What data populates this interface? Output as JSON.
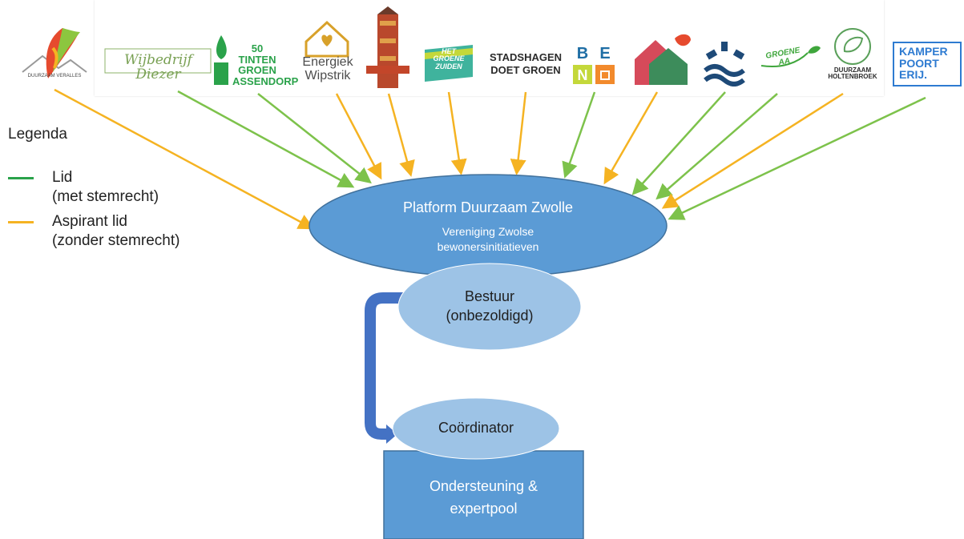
{
  "colors": {
    "member_line": "#7dc24b",
    "aspirant_line": "#f5b322",
    "legend_member": "#2aa24a",
    "legend_aspirant": "#f5b322",
    "platform_fill": "#5b9bd5",
    "platform_stroke": "#41719c",
    "bestuur_fill": "#9dc3e6",
    "support_fill": "#5b9bd5",
    "connector": "#4472c4"
  },
  "legend": {
    "title": "Legenda",
    "items": [
      {
        "label": "Lid\n(met stemrecht)",
        "color_key": "legend_member"
      },
      {
        "label": "Aspirant lid\n(zonder stemrecht)",
        "color_key": "legend_aspirant"
      }
    ]
  },
  "logos": [
    {
      "name": "duurzaam-veralles-logo",
      "text": "DUURZAAM VERALLES",
      "status": "aspirant"
    },
    {
      "name": "wijbedrijf-diezer-logo",
      "text": "Wijbedrijf Diezer",
      "status": "member"
    },
    {
      "name": "50-tinten-groen-logo",
      "text": "50 TINTEN\nGROEN\nASSENDORP",
      "status": "member"
    },
    {
      "name": "energiek-wipstrik-logo",
      "text": "Energiek\nWipstrik",
      "status": "aspirant"
    },
    {
      "name": "lighthouse-logo",
      "text": "",
      "status": "aspirant"
    },
    {
      "name": "het-groene-zuiden-logo",
      "text": "HET\nGROENE\nZUIDEN",
      "status": "aspirant"
    },
    {
      "name": "stadshagen-doet-groen-logo",
      "text": "STADSHAGEN\nDOET GROEN",
      "status": "aspirant"
    },
    {
      "name": "bene-logo",
      "text": "BEN",
      "status": "member"
    },
    {
      "name": "green-houses-logo",
      "text": "",
      "status": "aspirant"
    },
    {
      "name": "dots-wave-logo",
      "text": "",
      "status": "member"
    },
    {
      "name": "groene-aa-logo",
      "text": "GROENE AA",
      "status": "member"
    },
    {
      "name": "duurzaam-holtenbroek-logo",
      "text": "DUURZAAM\nHOLTENBROEK",
      "status": "aspirant"
    },
    {
      "name": "kamperpoort-erij-logo",
      "text": "KAMPER\nPOORT\nERIJ.",
      "status": "member"
    }
  ],
  "platform": {
    "title": "Platform Duurzaam Zwolle",
    "subtitle": "Vereniging Zwolse\nbewonersinitiatieven"
  },
  "bestuur": {
    "label": "Bestuur\n(onbezoldigd)"
  },
  "coordinator": {
    "label": "Coördinator"
  },
  "support": {
    "label": "Ondersteuning &\nexpertpool"
  }
}
